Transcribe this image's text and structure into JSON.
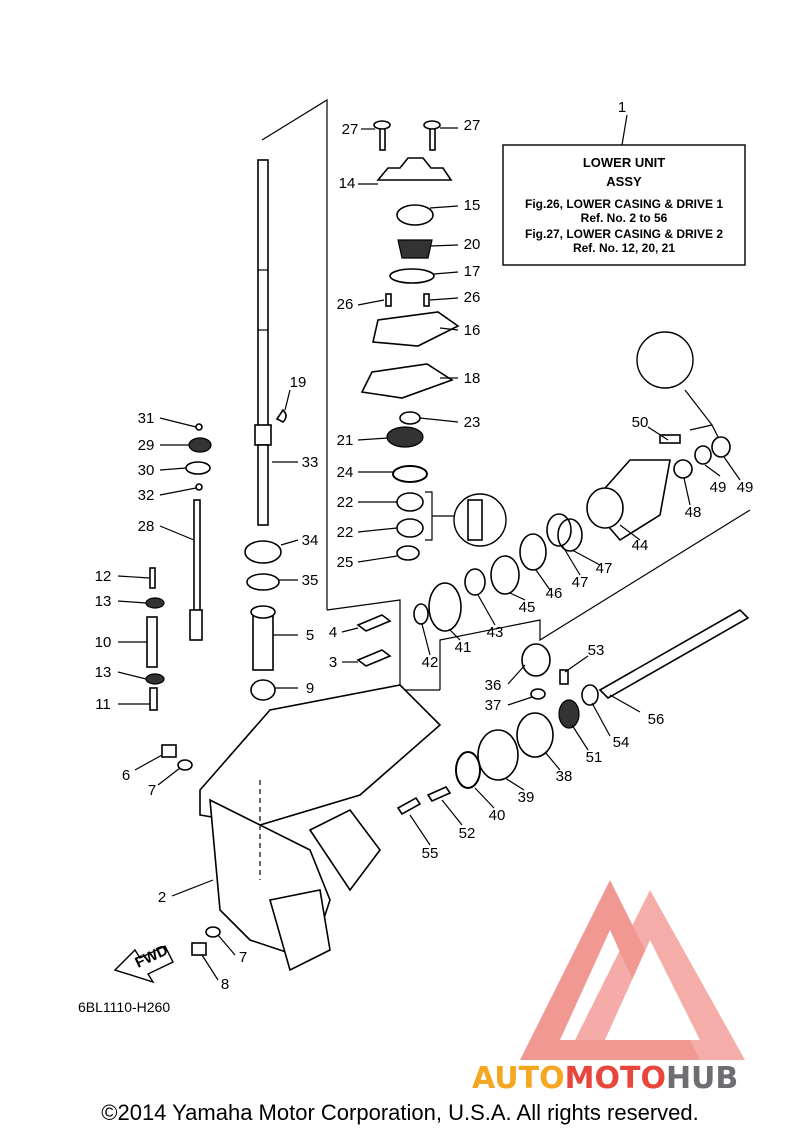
{
  "info_box": {
    "ref": "1",
    "title_line1": "LOWER UNIT",
    "title_line2": "ASSY",
    "fig26": "Fig.26, LOWER CASING & DRIVE 1",
    "fig26_ref": "Ref. No. 2 to 56",
    "fig27": "Fig.27, LOWER CASING & DRIVE 2",
    "fig27_ref": "Ref. No. 12, 20, 21"
  },
  "callouts": {
    "c27a": "27",
    "c27b": "27",
    "c14": "14",
    "c15": "15",
    "c20": "20",
    "c17": "17",
    "c26a": "26",
    "c26b": "26",
    "c16": "16",
    "c18": "18",
    "c19": "19",
    "c23": "23",
    "c21": "21",
    "c33": "33",
    "c24": "24",
    "c22a": "22",
    "c22b": "22",
    "c25": "25",
    "c31": "31",
    "c29": "29",
    "c30": "30",
    "c32": "32",
    "c28": "28",
    "c34": "34",
    "c35": "35",
    "c5": "5",
    "c12": "12",
    "c13a": "13",
    "c10": "10",
    "c13b": "13",
    "c11": "11",
    "c9": "9",
    "c4": "4",
    "c3": "3",
    "c6": "6",
    "c7a": "7",
    "c2": "2",
    "c7b": "7",
    "c8": "8",
    "c50": "50",
    "c49a": "49",
    "c49b": "49",
    "c48": "48",
    "c44": "44",
    "c47a": "47",
    "c47b": "47",
    "c46": "46",
    "c45": "45",
    "c43": "43",
    "c41": "41",
    "c42": "42",
    "c53": "53",
    "c36": "36",
    "c37": "37",
    "c56": "56",
    "c54": "54",
    "c51": "51",
    "c38": "38",
    "c39": "39",
    "c40": "40",
    "c52": "52",
    "c55": "55"
  },
  "fwd_label": "FWD",
  "diagram_code": "6BL1110-H260",
  "watermark": {
    "auto": "AUTO",
    "moto": "MOTO",
    "hub": "HUB",
    "color_red": "#e8453c",
    "color_orange": "#f5a623",
    "color_grey": "#6d6e71"
  },
  "copyright": "©2014 Yamaha Motor Corporation, U.S.A. All rights reserved."
}
